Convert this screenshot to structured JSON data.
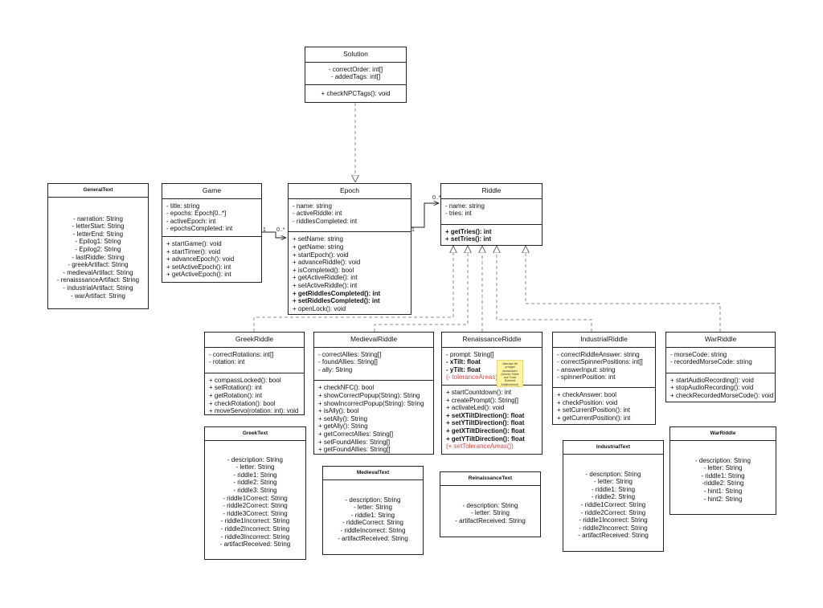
{
  "classes": {
    "solution": {
      "name": "Solution",
      "attributes": [
        "- correctOrder: int[]",
        "- addedTags: int[]"
      ],
      "methods": [
        "+ checkNPCTags(): void"
      ]
    },
    "game": {
      "name": "Game",
      "attributes": [
        "- title: string",
        "- epochs: Epoch[0..*]",
        "- activeEpoch: int",
        "- epochsCompleted: int"
      ],
      "methods": [
        "+ startGame(): void",
        "+ startTimer(): void",
        "+ advanceEpoch(): void",
        "+ setActiveEpoch(): int",
        "+ getActiveEpoch(): int"
      ]
    },
    "epoch": {
      "name": "Epoch",
      "attributes": [
        "- name: string",
        "- activeRiddle: int",
        "- riddlesCompleted: int"
      ],
      "methods": [
        "+ setName: string",
        "+ getName: string",
        "+ startEpoch(): void",
        "+ advanceRiddle(): void",
        "+ isCompleted(): bool",
        "+ getActiveRiddle(): int",
        "+ setActiveRiddle(): int",
        "+ getRiddlesCompleted(): int",
        "+ setRiddlesCompleted(): int",
        "+ openLock(): void"
      ]
    },
    "riddle": {
      "name": "Riddle",
      "attributes": [
        "- name: string",
        "- tries: int"
      ],
      "methods": [
        "+ getTries(): int",
        "+ setTries(): int"
      ]
    },
    "greek_riddle": {
      "name": "GreekRiddle",
      "attributes": [
        "- correctRotations: int[]",
        "- rotation: int"
      ],
      "methods": [
        "+ compassLocked(): bool",
        "+ setRotation(): int",
        "+ getRotation(): int",
        "+ checkRotation(): bool",
        "+ moveServo(rotation: int): void"
      ]
    },
    "medieval_riddle": {
      "name": "MedievalRiddle",
      "attributes": [
        "- correctAllies: String[]",
        "- foundAllies: String[]",
        "- ally: String"
      ],
      "methods": [
        "+ checkNFC(): bool",
        "+ showCorrectPopup(String): String",
        "+ showIncorrectPopup(String): String",
        "+ isAlly(): bool",
        "+ setAlly(): String",
        "+ getAlly(): String",
        "+ getCorrectAllies: String[]",
        "+ setFoundAllies: String[]",
        "+ getFoundAllies: String[]"
      ]
    },
    "renaissance_riddle": {
      "name": "RenaissanceRiddle",
      "attributes": [
        "- prompt: String[]",
        "- xTilt: float",
        "- yTilt: float",
        "(- toleranceAreas)"
      ],
      "methods": [
        "+ startCountdown(): int",
        "+ createPrompt(): String[]",
        "+ activateLed(): void",
        "+ setXTiltDirection(): float",
        "+ setYTiltDirection(): float",
        "+ getXTiltDirection(): float",
        "+ getYTiltDirection(): float",
        "(+ setToleranceAreas())"
      ],
      "note": "Inkscape für proaget anwachsen (könnte Shirts use Tools Extened funktionieren)"
    },
    "industrial_riddle": {
      "name": "IndustrialRiddle",
      "attributes": [
        "- correctRiddleAnswer: string",
        "- correctSpinnerPositions: int[]",
        "- answerInput: string",
        "- spinnerPosition: int"
      ],
      "methods": [
        "+ checkAnswer: bool",
        "+ checkPosition: void",
        "+ setCurrentPosition(): int",
        "+ getCurrentPosition(): int"
      ]
    },
    "war_riddle": {
      "name": "WarRiddle",
      "attributes": [
        "- morseCode: string",
        "- recordedMorseCode: string"
      ],
      "methods": [
        "+ startAudioRecording(): void",
        "+ stopAudioRecording(): void",
        "+ checkRecordedMorseCode(): void"
      ]
    }
  },
  "texts": {
    "general_text": {
      "name": "GeneralText",
      "fields": [
        "- narration: String",
        "- letterStart: String",
        "- letterEnd: String",
        "- Epilog1: String",
        "- Epilog2: String",
        "- lastRiddle: String",
        "- greekArtifact: String",
        "- medievalArtifact: String",
        "- renaisssanceArtifact: String",
        "- industrialArtifact: String",
        "- warArtifact: String"
      ]
    },
    "greek_text": {
      "name": "GreekText",
      "fields": [
        "- description: String",
        "- letter: String",
        "- riddle1: String",
        "- riddle2: String",
        "- riddle3: String",
        "- riddle1Correct: String",
        "- riddle2Correct: String",
        "- riddle3Correct: String",
        "- riddle1Incorrect: String",
        "- riddle2Incorrect: String",
        "- riddle3Incorrect: String",
        "- artifactReceived: String"
      ]
    },
    "medieval_text": {
      "name": "MedievalText",
      "fields": [
        "- description: String",
        "- letter: String",
        "- riddle1: String",
        "- riddleCorrect: String",
        "- riddleIncorrect: String",
        "- artifactReceived: String"
      ]
    },
    "renaissance_text": {
      "name": "ReinaissanceText",
      "fields": [
        "- description: String",
        "- letter: String",
        "- artifactReceived: String"
      ]
    },
    "industrial_text": {
      "name": "IndustrialText",
      "fields": [
        "- description: String",
        "- letter: String",
        "- riddle1: String",
        "- riddle2: String",
        "- riddle1Correct: String",
        "- riddle2Correct: String",
        "- riddle1Incorrect: String",
        "- riddle2Incorrect: String",
        "- artifactReceived: String"
      ]
    },
    "war_text": {
      "name": "WarRiddle",
      "fields": [
        "- description: String",
        "- letter: String",
        "- riddle1: String",
        "-riddle2: String",
        "- hint1: String",
        "- hint2: String"
      ]
    }
  },
  "multiplicities": {
    "game_side": "1",
    "epoch_side": "0..*",
    "epoch_riddle_side": "1",
    "riddle_side": "0..*"
  },
  "colors": {
    "line": "#222222",
    "dashed": "#888888",
    "highlight": "#e04545",
    "note": "#fff3a0"
  }
}
